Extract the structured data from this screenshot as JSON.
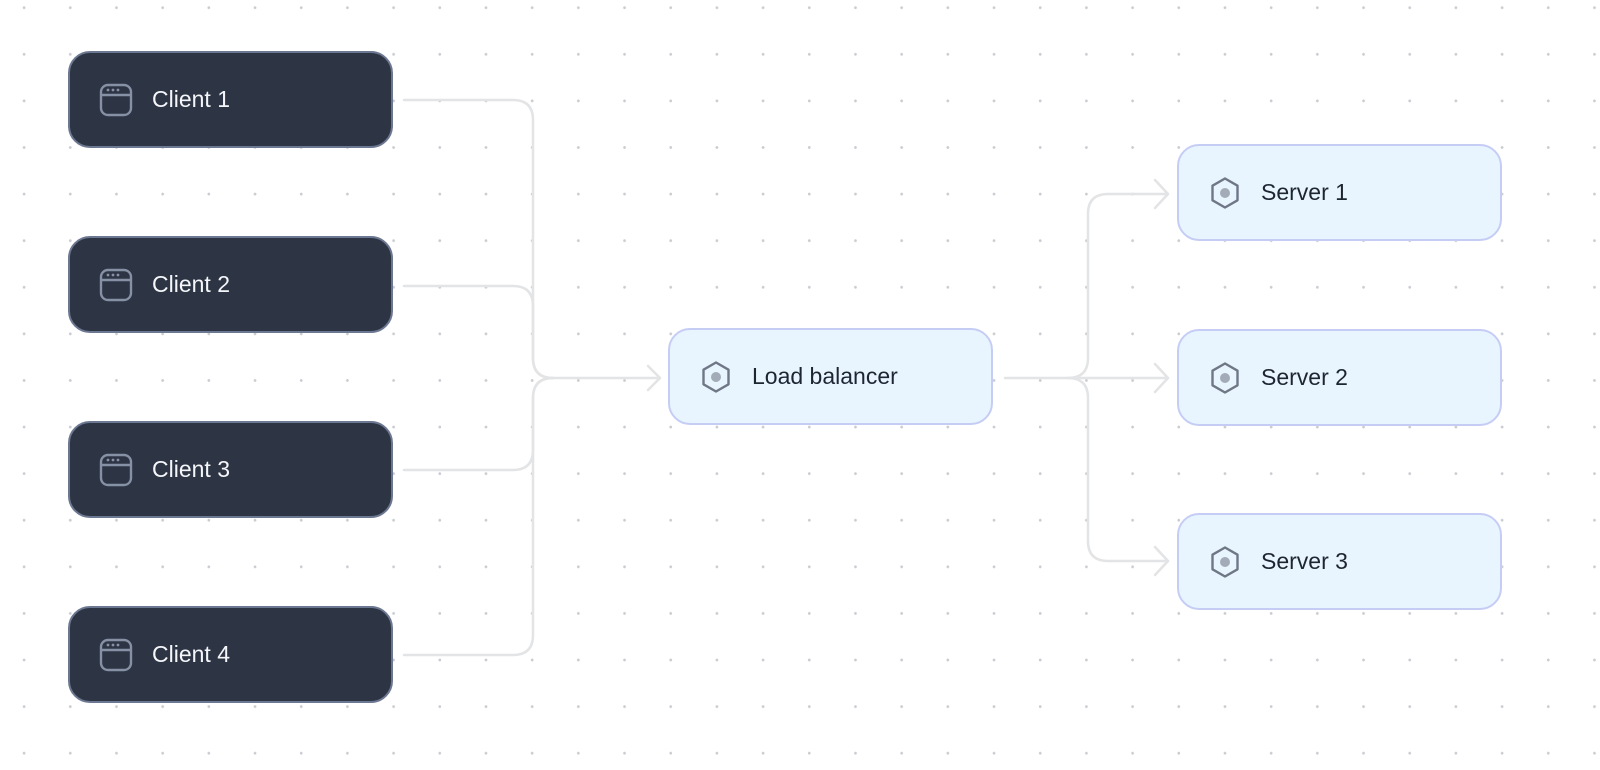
{
  "clients": [
    {
      "label": "Client 1"
    },
    {
      "label": "Client 2"
    },
    {
      "label": "Client 3"
    },
    {
      "label": "Client 4"
    }
  ],
  "load_balancer": {
    "label": "Load balancer"
  },
  "servers": [
    {
      "label": "Server 1"
    },
    {
      "label": "Server 2"
    },
    {
      "label": "Server 3"
    }
  ],
  "colors": {
    "client_bg": "#2d3443",
    "service_bg": "#e8f5fe",
    "edge": "#e3e4e6"
  }
}
